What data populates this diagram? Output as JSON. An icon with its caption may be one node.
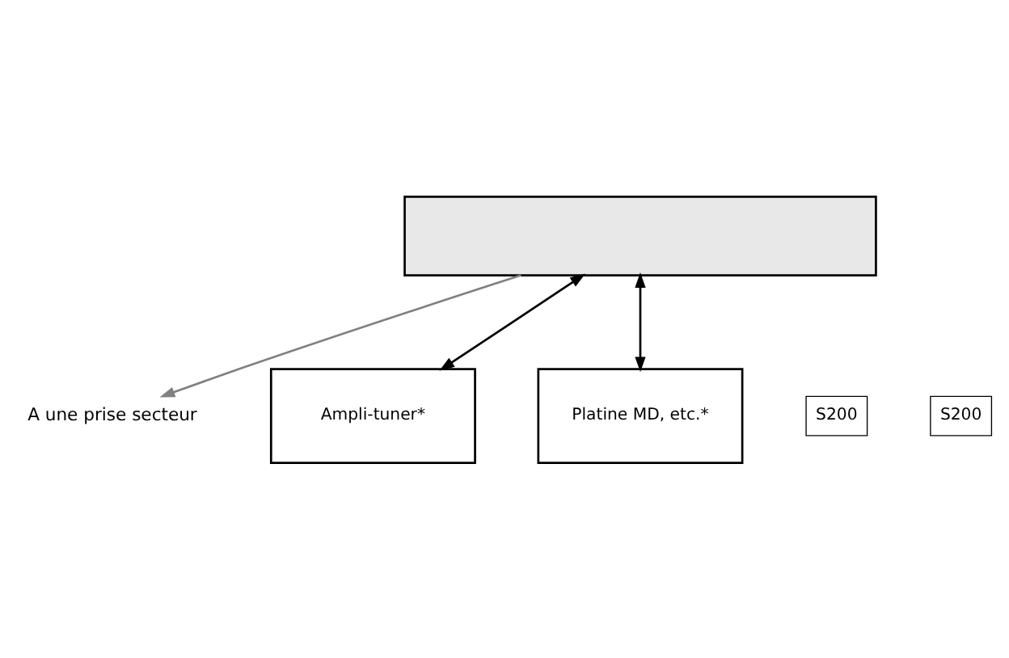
{
  "diagram": {
    "nodes": [
      {
        "text": [],
        "shape": "box"
      },
      {
        "text": [
          "A une prise secteur"
        ]
      },
      {
        "text": [
          "Ampli-tuner*"
        ]
      },
      {
        "text": [
          "Platine MD, etc.*"
        ]
      }
    ],
    "edges": [
      {
        "from": 0,
        "to": 2,
        "arrow": "both"
      },
      {
        "from": 0,
        "to": 3,
        "arrow": "both"
      },
      {
        "from": 0,
        "to": 1,
        "arrow": "to",
        "color": "#808080"
      }
    ],
    "labels": [
      "S200",
      "S200"
    ]
  }
}
